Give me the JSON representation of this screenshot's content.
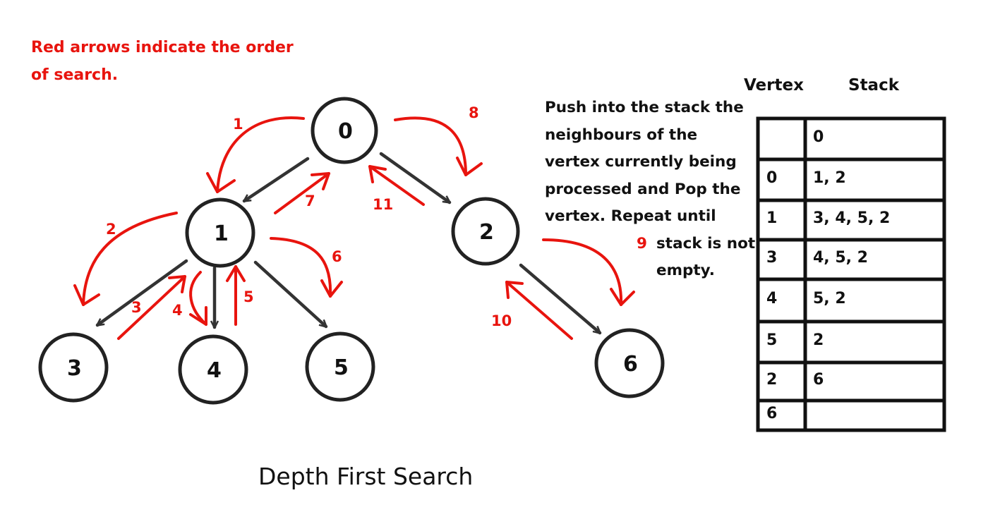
{
  "legend": {
    "line1": "Red arrows indicate the order",
    "line2": "of search."
  },
  "instructions": {
    "line1": "Push into the stack the",
    "line2": "neighbours of the",
    "line3": "vertex currently being",
    "line4": "processed and Pop the",
    "line5": "vertex. Repeat until",
    "line6_step": "9",
    "line6": "stack is not",
    "line7": "empty."
  },
  "table": {
    "vertex_header": "Vertex",
    "stack_header": "Stack",
    "rows": [
      {
        "vertex": "",
        "stack": "0"
      },
      {
        "vertex": "0",
        "stack": "1, 2"
      },
      {
        "vertex": "1",
        "stack": "3, 4, 5, 2"
      },
      {
        "vertex": "3",
        "stack": "4, 5, 2"
      },
      {
        "vertex": "4",
        "stack": "5, 2"
      },
      {
        "vertex": "5",
        "stack": "2"
      },
      {
        "vertex": "2",
        "stack": "6"
      },
      {
        "vertex": "6",
        "stack": ""
      }
    ]
  },
  "graph": {
    "nodes": [
      "0",
      "1",
      "2",
      "3",
      "4",
      "5",
      "6"
    ],
    "edges": [
      [
        "0",
        "1"
      ],
      [
        "0",
        "2"
      ],
      [
        "1",
        "3"
      ],
      [
        "1",
        "4"
      ],
      [
        "1",
        "5"
      ],
      [
        "2",
        "6"
      ]
    ],
    "search_order": [
      {
        "step": "1",
        "from": "0",
        "to": "1"
      },
      {
        "step": "2",
        "from": "1",
        "to": "3"
      },
      {
        "step": "3",
        "from": "3",
        "to": "1"
      },
      {
        "step": "4",
        "from": "1",
        "to": "4"
      },
      {
        "step": "5",
        "from": "4",
        "to": "1"
      },
      {
        "step": "6",
        "from": "1",
        "to": "5"
      },
      {
        "step": "7",
        "from": "1",
        "to": "0"
      },
      {
        "step": "8",
        "from": "0",
        "to": "2"
      },
      {
        "step": "9",
        "from": "2",
        "to": "6"
      },
      {
        "step": "10",
        "from": "6",
        "to": "2"
      },
      {
        "step": "11",
        "from": "2",
        "to": "0"
      }
    ]
  },
  "colors": {
    "edge": "#333333",
    "search_arrow": "#e8140e",
    "node_stroke": "#222222"
  },
  "title": "Depth First Search"
}
